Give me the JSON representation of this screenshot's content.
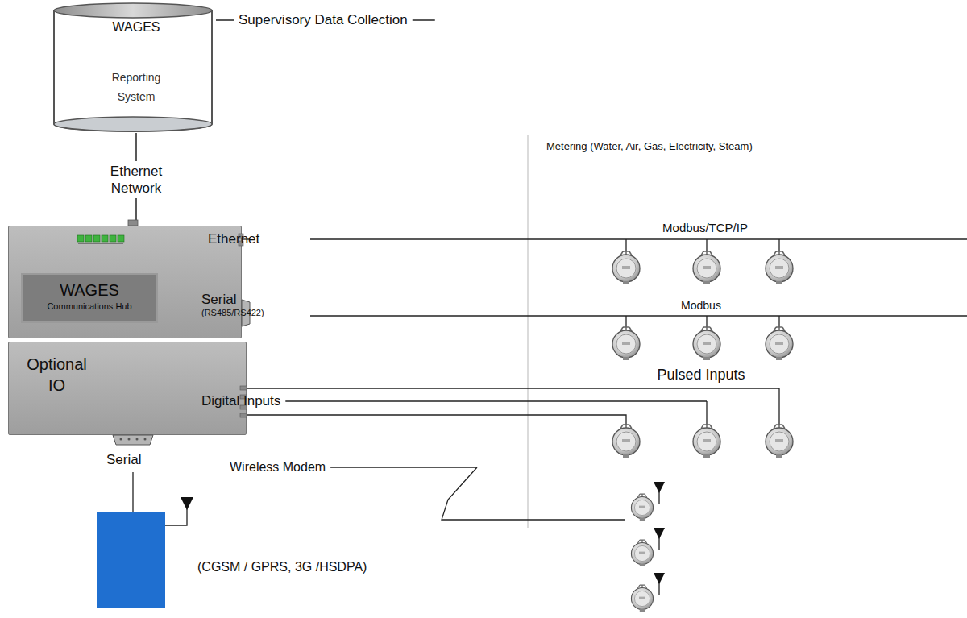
{
  "diagram": {
    "nodes": [
      {
        "text": [
          "WAGES",
          "Reporting System"
        ]
      },
      {
        "text": [
          "WAGES",
          "Communications Hub"
        ]
      },
      {
        "text": [
          "Optional IO"
        ]
      }
    ],
    "edges": [
      {
        "from": 0,
        "to": 1,
        "arrow": "none",
        "label": "Ethernet Network"
      }
    ],
    "labels": [
      "Supervisory Data Collection",
      "Ethernet",
      "Serial",
      "(RS485/RS422)",
      "Digital Inputs",
      "Serial",
      "Wireless Modem",
      "(CGSM / GPRS, 3G /HSDPA)",
      "Metering (Water, Air, Gas, Electricity, Steam)",
      "Modbus/TCP/IP",
      "Modbus",
      "Pulsed Inputs"
    ]
  }
}
